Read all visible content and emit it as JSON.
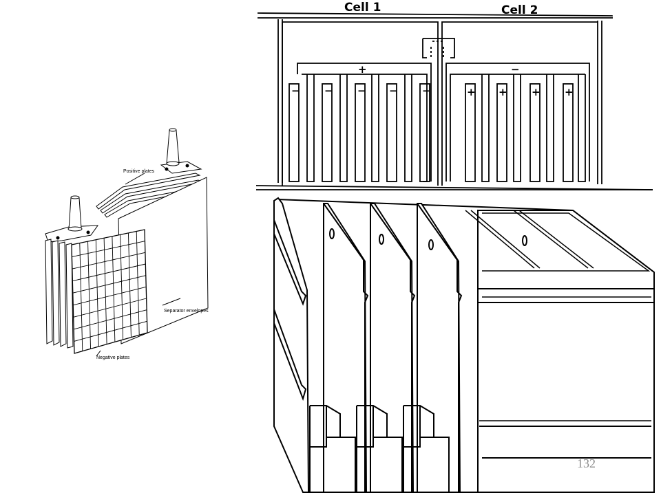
{
  "slide": {
    "page_number": "132"
  },
  "battery_illustration": {
    "labels": {
      "positive_plates": "Positive plates",
      "separator_envelopes": "Separator envelopes",
      "negative_plates": "Negative plates"
    }
  },
  "cell_schematic": {
    "cell1_label": "Cell 1",
    "cell2_label": "Cell 2",
    "cell1_busbar_sign": "+",
    "cell2_busbar_sign": "−",
    "cell1_plate_signs": [
      "−",
      "−",
      "−",
      "−",
      "−"
    ],
    "cell2_plate_signs": [
      "+",
      "+",
      "+",
      "+"
    ]
  },
  "battery_case": {}
}
